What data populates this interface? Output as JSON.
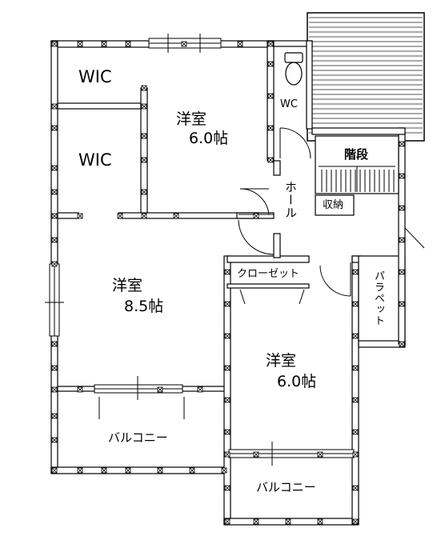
{
  "rooms": {
    "wic_top": "WIC",
    "wic_mid": "WIC",
    "room_ne_name": "洋室",
    "room_ne_size": "6.0帖",
    "wc": "WC",
    "stairs": "階段",
    "hall": "ホール",
    "storage": "収納",
    "closet": "クローゼット",
    "parapet": "パラペット",
    "room_w_name": "洋室",
    "room_w_size": "8.5帖",
    "room_se_name": "洋室",
    "room_se_size": "6.0帖",
    "balcony_w": "バルコニー",
    "balcony_s": "バルコニー"
  },
  "colors": {
    "wall": "#000000",
    "fill": "#ffffff",
    "hatch": "#555555"
  }
}
